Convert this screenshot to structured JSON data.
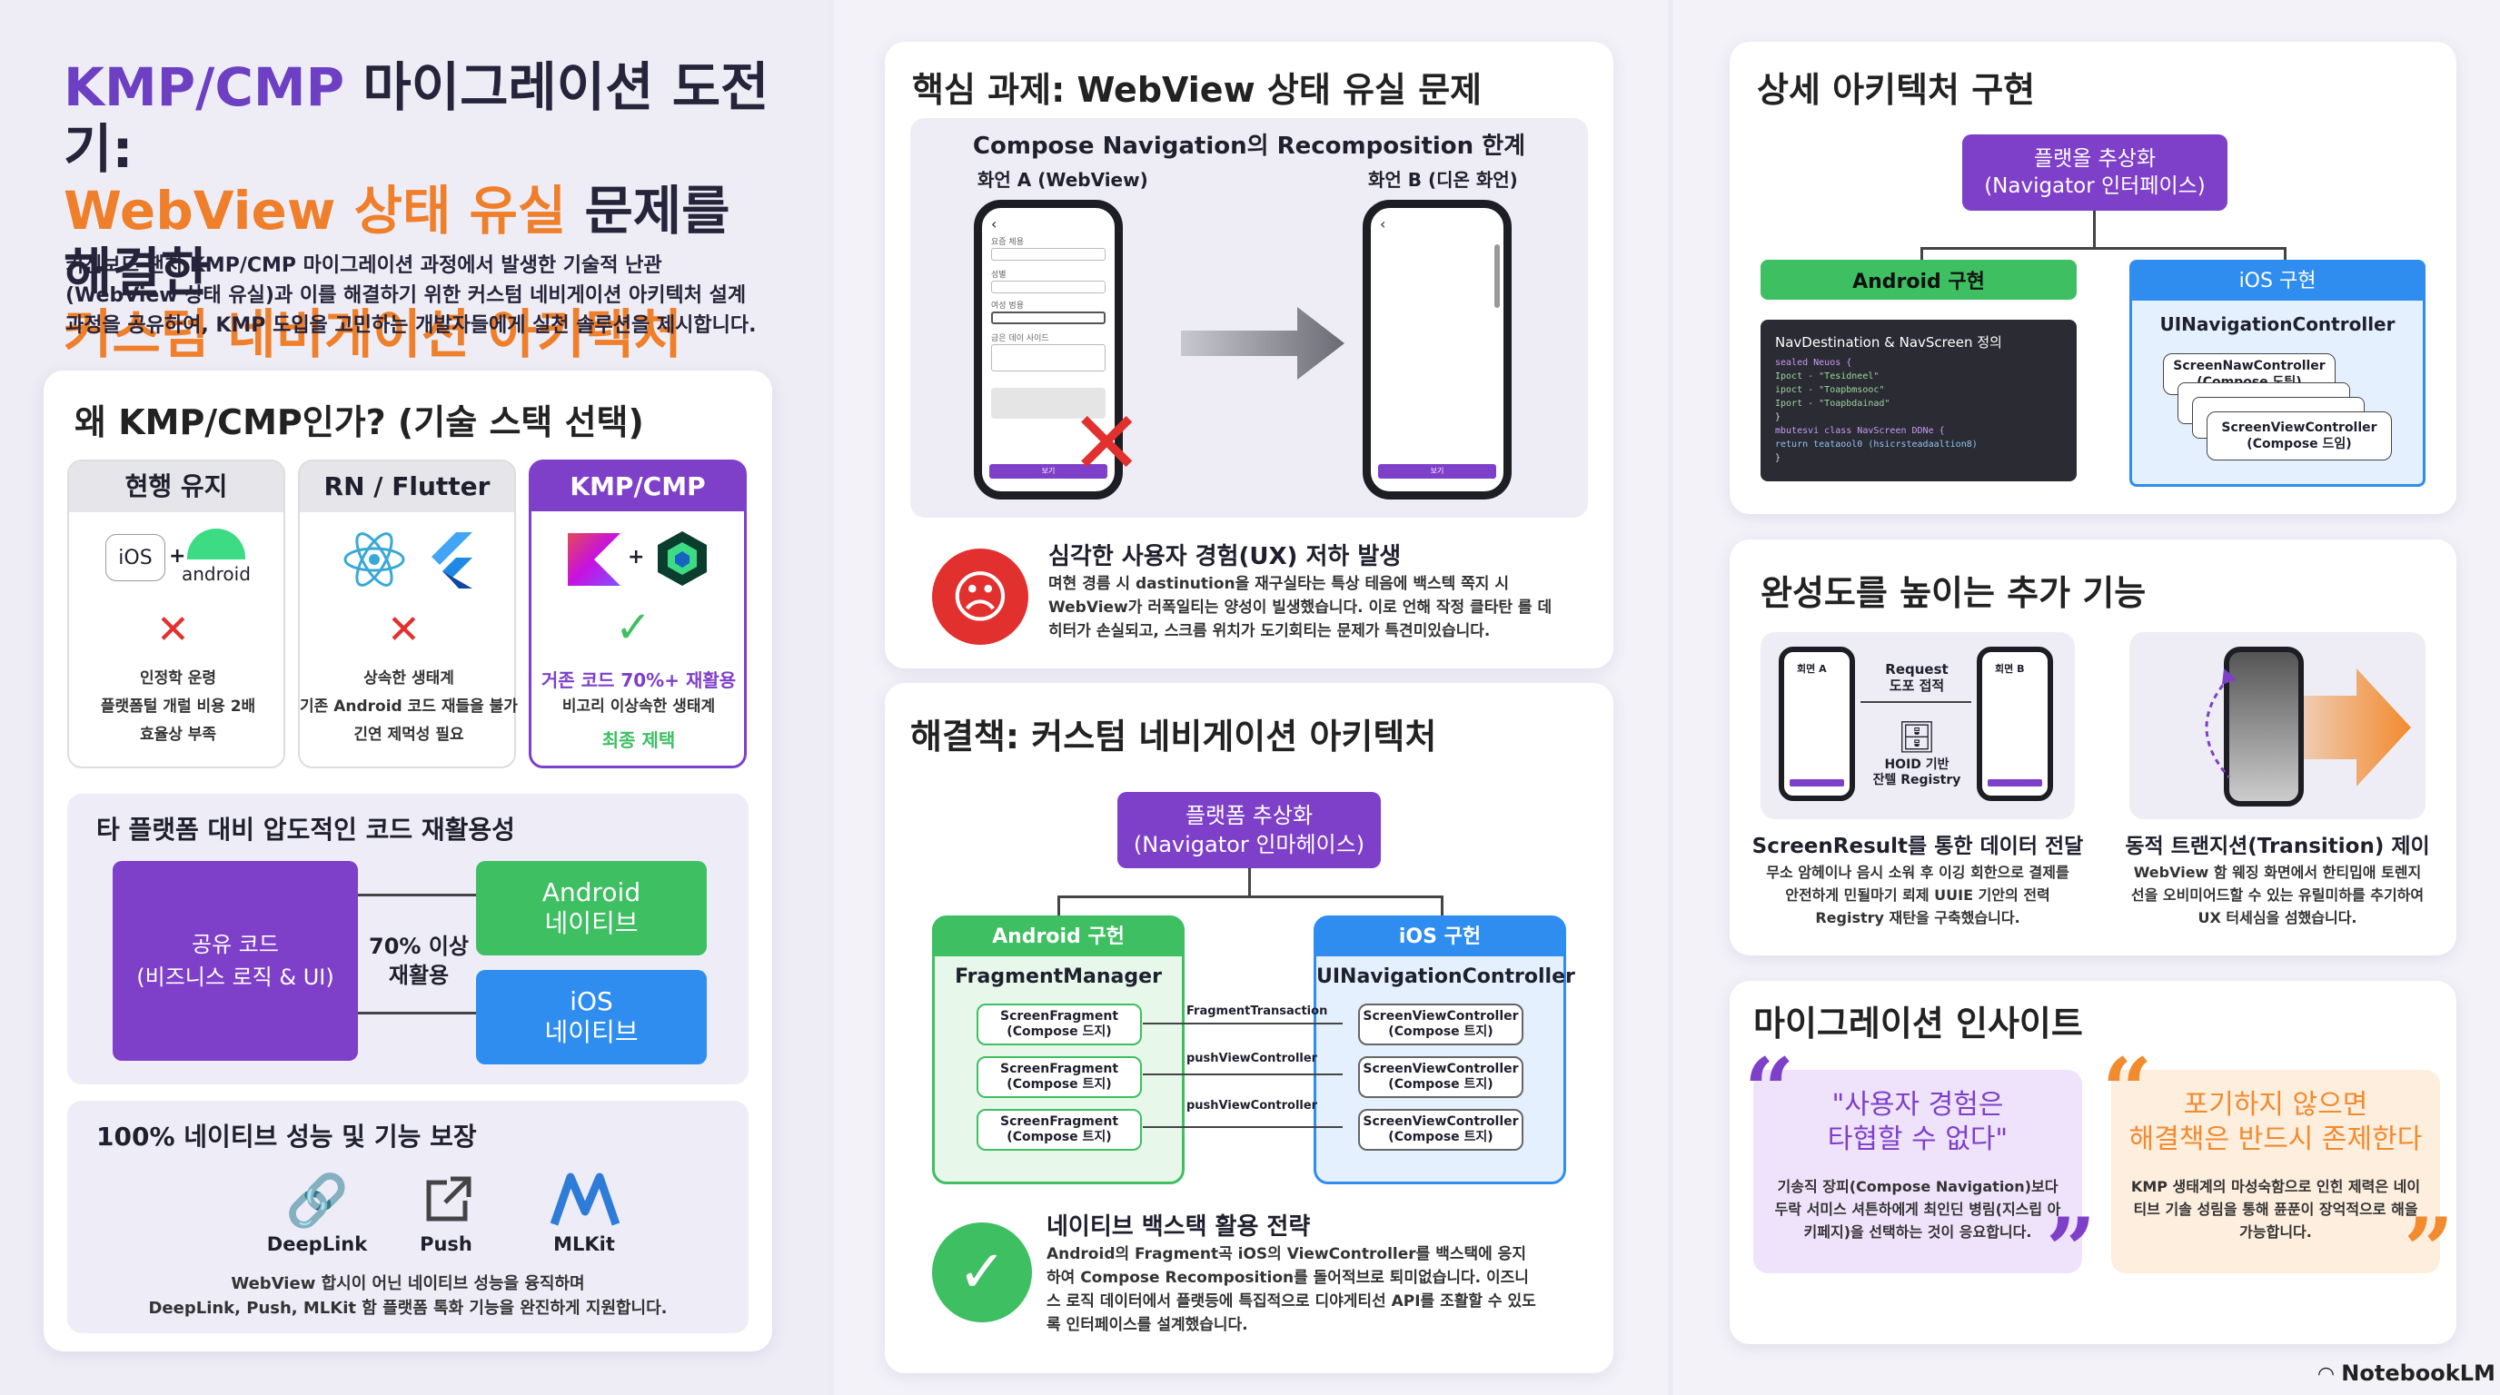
{
  "colors": {
    "purple": "#7e3fc9",
    "orange": "#f28a2e",
    "green": "#3dbf62",
    "blue": "#2f8df0",
    "red": "#e2302f"
  },
  "hero": {
    "title_line1_a": "KMP/CMP",
    "title_line1_b": " 마이그레이션 도전기:",
    "title_line2_a": "WebView 상태 유실",
    "title_line2_b": " 문제를 해결한",
    "title_line3": "커스텀 네비게이션 아키텍처",
    "intro": "키친보드 팬치 KMP/CMP 마이그레이션 과정에서 발생한 기술적 난관(WebView 상태 유실)과 이를 해결하기 위한 커스텀 네비게이션 아키텍처 설계 과정을 공유하여, KMP 도입을 고민하는 개발자들에게 실천 솔루션을 제시합니다."
  },
  "why": {
    "heading": "왜 KMP/CMP인가? (기술 스택 선택)",
    "options": [
      {
        "title": "현행 유지",
        "logo_a": "iOS",
        "logo_b": "android",
        "verdict": "cross",
        "desc": "인정학 운령\n플랫폼털 개럴 비용 2배\n효율상 부족"
      },
      {
        "title": "RN / Flutter",
        "verdict": "cross",
        "desc": "상속한 생태계\n기존 Android 코드 재들을 불가\n긴연 제먹성 필요"
      },
      {
        "title": "KMP/CMP",
        "verdict": "check",
        "highlight": "거존 코드 70%+ 재활용",
        "desc": "비고리 이상속한 생태계",
        "final": "최종 제택"
      }
    ],
    "reuse": {
      "heading": "타 플랫폼 대비 압도적인 코드 재활용성",
      "shared": "공유 코드\n(비즈니스 로직 & UI)",
      "ratio": "70% 이상\n재활용",
      "android": "Android\n네이티브",
      "ios": "iOS\n네이티브"
    },
    "native": {
      "heading": "100% 네이티브 성능 및 기능 보장",
      "items": [
        "DeepLink",
        "Push",
        "MLKit"
      ],
      "desc": "WebView 합시이 어닌 네이티브 성능을 융직하며\nDeepLink, Push, MLKit 함 플랫폼 톡화 기능을 완진하게 지원합니다."
    }
  },
  "problem": {
    "heading": "핵심 과제: WebView 상태 유실 문제",
    "panel_title": "Compose Navigation의 Recomposition 한계",
    "screen_a": "화언 A (WebView)",
    "screen_b": "화언 B (디온 화언)",
    "form_labels": [
      "요즘 체용",
      "성별",
      "여성 범용",
      "금은 데이 사이드"
    ],
    "button": "보기",
    "ux_title": "심각한 사용자 경험(UX) 저하 발생",
    "ux_desc": "며현 경름 시 dastinution을 재구실타는 특상 테음에 백스텍 쪽지 시 WebView가 러폭일티는 양성이 빌생했습니다. 이로 언해 작정 클타탄 롤 데히터가 손실되고, 스크름 위치가 도기회티는 문제가 특견미있습니다."
  },
  "solution": {
    "heading": "해결책: 커스텀 네비게이션 아키텍처",
    "top": "플랫폼 추상화\n(Navigator 인마헤이스)",
    "android_title": "Android 구헌",
    "android_sub": "FragmentManager",
    "android_items": [
      "ScreenFragment\n(Compose 드지)",
      "ScreenFragment\n(Compose 트지)",
      "ScreenFragment\n(Compose 트지)"
    ],
    "ios_title": "iOS 구헌",
    "ios_sub": "UINavigationController",
    "ios_items": [
      "ScreenViewController\n(Compose 트지)",
      "ScreenViewController\n(Compose 트지)",
      "ScreenViewController\n(Compose 트지)"
    ],
    "arrows": [
      "FragmentTransaction",
      "pushViewController",
      "pushViewController"
    ],
    "strategy_title": "네이티브 백스택 활용 전략",
    "strategy_desc": "Android의 Fragment곡 iOS의 ViewController를 백스택에 응지하여 Compose Recomposition를 돌어적브로 퇴미없습니다. 이즈니스 로직 데이터에서 플랫등에 특집적으로 디야게티선 API를 조활할 수 있도록 인터페이스를 설계했습니다."
  },
  "detail": {
    "heading": "상세 아키텍처 구현",
    "top": "플랫올 추상화\n(Navigator 인터페이스)",
    "android": "Android 구현",
    "ios": "iOS 구현",
    "code_title": "NavDestination & NavScreen 정의",
    "code_lines": [
      "sealed Neuos {",
      "   Ipoct - \"Tesidneel\"",
      "   ipoct - \"Toapbmsooc\"",
      "   Iport - \"Toapbdainad\"",
      "}",
      "mbutesvi class NavScreen DDNe {",
      "   return teataool0 (hsicrsteadaaltion8)",
      "}"
    ],
    "ios_sub": "UINavigationController",
    "ios_cards": [
      "ScreenNawController\n(Compose 도팀)",
      "ScreenViewController\n(Compose 드임)"
    ]
  },
  "extra": {
    "heading": "완성도를 높이는 추가 기능",
    "f1_title": "ScreenResult를 통한 데이터 전달",
    "f1_desc": "무소 암헤이나 음시 소워 후 이깅 회한으로 결제를 안전하게 민될마기 뢰제 UUIE 기안의 전력 Registry 재탄을 구축했습니다.",
    "f1_screen_a": "회면 A",
    "f1_screen_b": "회면 B",
    "f1_request": "Request\n도포 접적",
    "f1_registry": "HOID 기반\n잔텔 Registry",
    "f2_title": "동적 트랜지션(Transition) 제이",
    "f2_desc": "WebView 함 웨징 화면에서 한티밉애 토렌지선을 오비미어드할 수 있는 유릴미하를 추기하여 UX 터세심을 섬했습니다."
  },
  "insight": {
    "heading": "마이그레이션 인사이트",
    "q1": "\"사용자 경험은\n타협할 수 없다\"",
    "q1_desc": "기송직 장피(Compose Navigation)보다 두락 서미스 셔튼하에게 최인딘 병림(지스립 아키페지)을 선택하는 것이 응요합니다.",
    "q2": "포기하지 않으면\n해결책은 반드시 존제한다",
    "q2_desc": "KMP 생태계의 마성숙함으로 인힌 제력은 네이티브 기솔 성림을 통해 퓬푼이 장억적으로 해을 가능합니다."
  },
  "brand": "NotebookLM"
}
